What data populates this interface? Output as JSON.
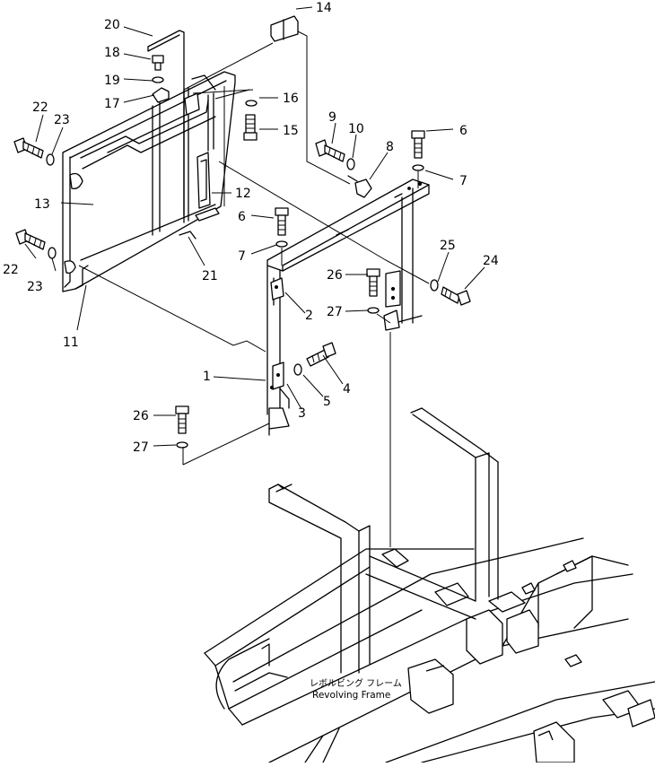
{
  "callouts": [
    {
      "id": "c1",
      "text": "1"
    },
    {
      "id": "c2",
      "text": "2"
    },
    {
      "id": "c3",
      "text": "3"
    },
    {
      "id": "c4",
      "text": "4"
    },
    {
      "id": "c5",
      "text": "5"
    },
    {
      "id": "c6a",
      "text": "6"
    },
    {
      "id": "c6b",
      "text": "6"
    },
    {
      "id": "c7a",
      "text": "7"
    },
    {
      "id": "c7b",
      "text": "7"
    },
    {
      "id": "c8",
      "text": "8"
    },
    {
      "id": "c9",
      "text": "9"
    },
    {
      "id": "c10",
      "text": "10"
    },
    {
      "id": "c11",
      "text": "11"
    },
    {
      "id": "c12",
      "text": "12"
    },
    {
      "id": "c13",
      "text": "13"
    },
    {
      "id": "c14",
      "text": "14"
    },
    {
      "id": "c15",
      "text": "15"
    },
    {
      "id": "c16",
      "text": "16"
    },
    {
      "id": "c17",
      "text": "17"
    },
    {
      "id": "c18",
      "text": "18"
    },
    {
      "id": "c19",
      "text": "19"
    },
    {
      "id": "c20",
      "text": "20"
    },
    {
      "id": "c21",
      "text": "21"
    },
    {
      "id": "c22a",
      "text": "22"
    },
    {
      "id": "c22b",
      "text": "22"
    },
    {
      "id": "c23a",
      "text": "23"
    },
    {
      "id": "c23b",
      "text": "23"
    },
    {
      "id": "c24",
      "text": "24"
    },
    {
      "id": "c25",
      "text": "25"
    },
    {
      "id": "c26a",
      "text": "26"
    },
    {
      "id": "c26b",
      "text": "26"
    },
    {
      "id": "c27a",
      "text": "27"
    },
    {
      "id": "c27b",
      "text": "27"
    }
  ],
  "frame_label": {
    "japanese": "レボルビング フレーム",
    "english": "Revolving Frame"
  }
}
